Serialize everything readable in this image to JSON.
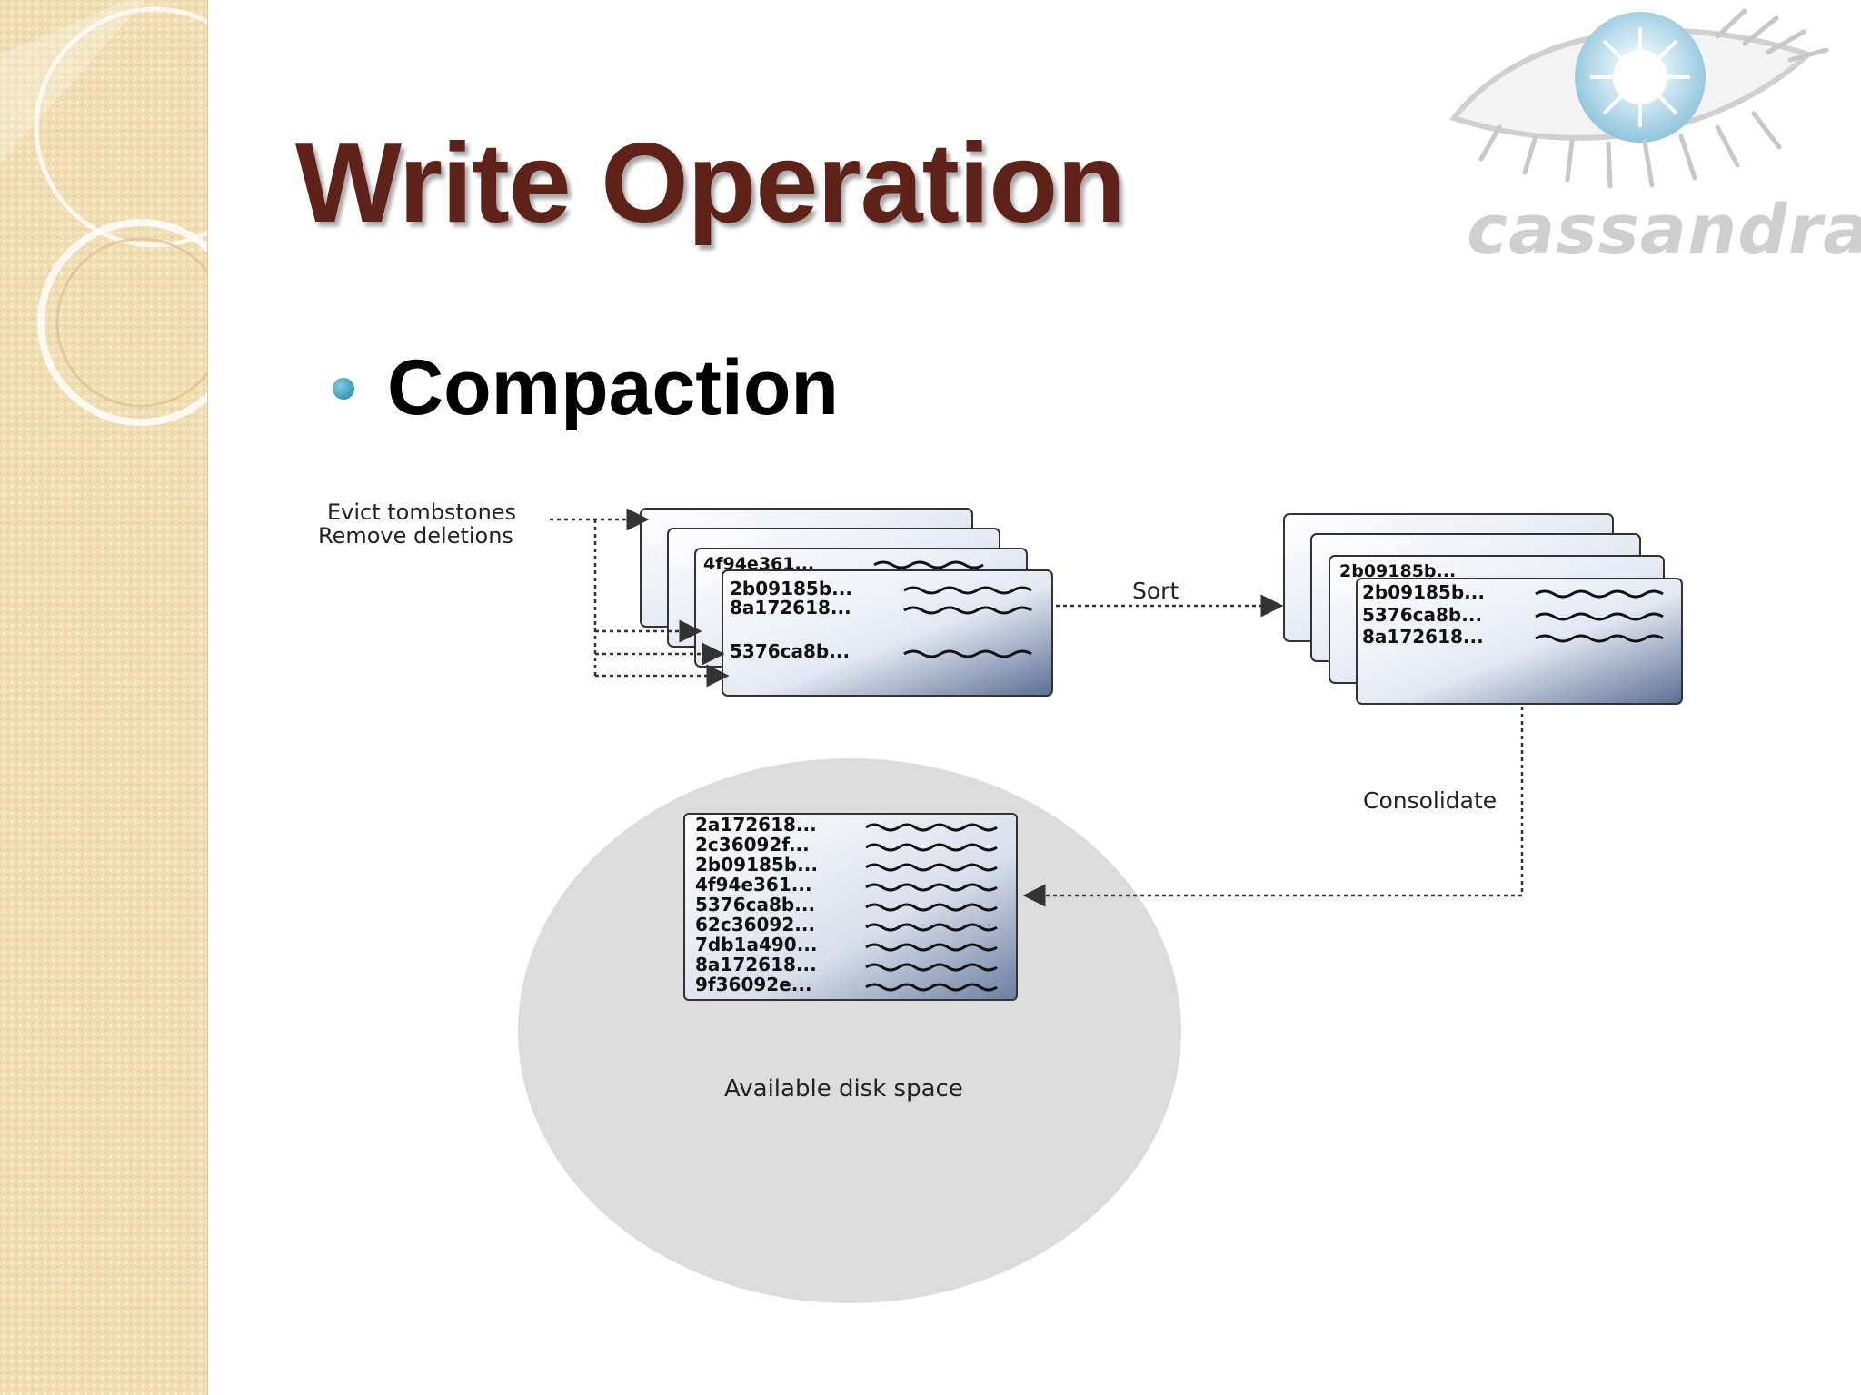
{
  "slide": {
    "title": "Write Operation",
    "bullet": "Compaction"
  },
  "logo": {
    "wordmark": "cassandra",
    "icon": "eye-icon"
  },
  "diagram": {
    "evict_label_line1": "Evict tombstones",
    "evict_label_line2": "Remove deletions",
    "sort_label": "Sort",
    "consolidate_label": "Consolidate",
    "disk_label": "Available disk space",
    "left_stack_front_keys": [
      "2b09185b...",
      "8a172618...",
      "5376ca8b..."
    ],
    "left_stack_third_keys": [
      "4f94e361..."
    ],
    "right_stack_front_keys": [
      "2b09185b...",
      "5376ca8b...",
      "8a172618..."
    ],
    "right_stack_third_keys": [
      "2b09185b..."
    ],
    "merged_keys": [
      "2a172618...",
      "2c36092f...",
      "2b09185b...",
      "4f94e361...",
      "5376ca8b...",
      "62c36092...",
      "7db1a490...",
      "8a172618...",
      "9f36092e..."
    ]
  },
  "colors": {
    "title": "#5f2218",
    "bullet": "#3a9bb7",
    "side_strip": "#f1dfb3",
    "disk": "#dcdcdc"
  }
}
